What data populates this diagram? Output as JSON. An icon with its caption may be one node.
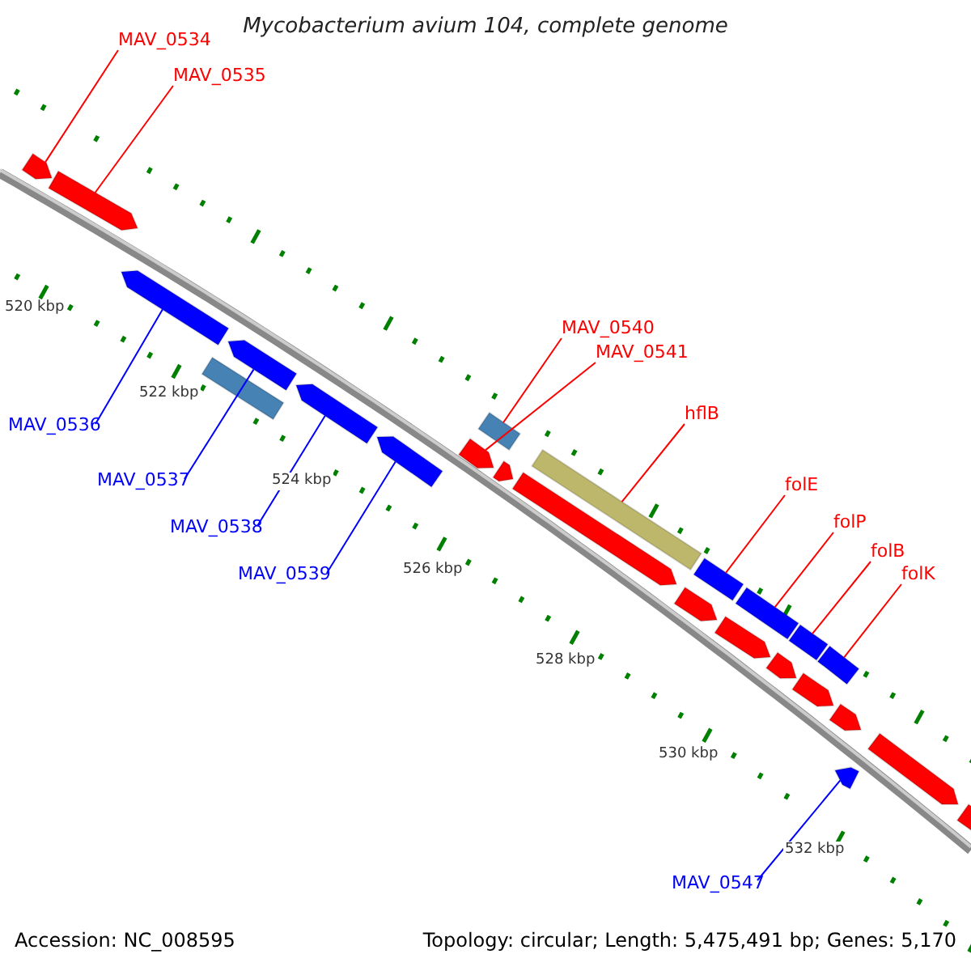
{
  "diagram": {
    "title": "Mycobacterium avium 104, complete genome",
    "nodes": [
      {
        "text": [
          "MAV_0534"
        ]
      },
      {
        "text": [
          "MAV_0535"
        ]
      },
      {
        "text": [
          "MAV_0536"
        ]
      },
      {
        "text": [
          "MAV_0537"
        ]
      },
      {
        "text": [
          "MAV_0538"
        ]
      },
      {
        "text": [
          "MAV_0539"
        ]
      },
      {
        "text": [
          "MAV_0540"
        ]
      },
      {
        "text": [
          "MAV_0541"
        ]
      },
      {
        "text": [
          "hflB"
        ]
      },
      {
        "text": [
          "folE"
        ]
      },
      {
        "text": [
          "folP"
        ]
      },
      {
        "text": [
          "folB"
        ]
      },
      {
        "text": [
          "folK"
        ]
      },
      {
        "text": [
          "MAV_0547"
        ]
      },
      {
        "text": [],
        "shape": "bar"
      },
      {
        "text": [],
        "shape": "bar"
      },
      {
        "text": [],
        "shape": "bar"
      },
      {
        "text": [],
        "shape": "bar"
      },
      {
        "text": [],
        "shape": "bar"
      },
      {
        "text": [],
        "shape": "bar"
      },
      {
        "text": [],
        "shape": "bar"
      },
      {
        "text": [],
        "shape": "bar"
      },
      {
        "text": [],
        "shape": "bar"
      },
      {
        "text": [],
        "shape": "bar"
      },
      {
        "text": [],
        "shape": "bar"
      },
      {
        "text": [],
        "shape": "bar"
      },
      {
        "text": [],
        "shape": "bar"
      },
      {
        "text": [],
        "shape": "bar"
      },
      {
        "text": [],
        "shape": "bar"
      },
      {
        "text": [],
        "shape": "bar"
      },
      {
        "text": [],
        "shape": "bar"
      },
      {
        "text": [],
        "shape": "bar"
      },
      {
        "text": [],
        "shape": "bar"
      },
      {
        "text": [],
        "shape": "bar"
      },
      {
        "text": [],
        "shape": "bar"
      },
      {
        "text": [],
        "shape": "bar"
      },
      {
        "text": [],
        "shape": "bar"
      },
      {
        "text": [],
        "shape": "bar"
      }
    ],
    "edges": [
      {
        "from": 0,
        "to": 14,
        "arrow": "none",
        "color": "#ff0000"
      },
      {
        "from": 1,
        "to": 15,
        "arrow": "none",
        "color": "#ff0000"
      },
      {
        "from": 2,
        "to": 16,
        "arrow": "none",
        "color": "#0000ff"
      },
      {
        "from": 3,
        "to": 17,
        "arrow": "none",
        "color": "#0000ff"
      },
      {
        "from": 4,
        "to": 18,
        "arrow": "none",
        "color": "#0000ff"
      },
      {
        "from": 5,
        "to": 19,
        "arrow": "none",
        "color": "#0000ff"
      },
      {
        "from": 6,
        "to": 20,
        "arrow": "none",
        "color": "#ff0000"
      },
      {
        "from": 7,
        "to": 21,
        "arrow": "none",
        "color": "#ff0000"
      },
      {
        "from": 8,
        "to": 22,
        "arrow": "none",
        "color": "#ff0000"
      },
      {
        "from": 9,
        "to": 23,
        "arrow": "none",
        "color": "#ff0000"
      },
      {
        "from": 10,
        "to": 24,
        "arrow": "none",
        "color": "#ff0000"
      },
      {
        "from": 11,
        "to": 25,
        "arrow": "none",
        "color": "#ff0000"
      },
      {
        "from": 12,
        "to": 26,
        "arrow": "none",
        "color": "#ff0000"
      },
      {
        "from": 13,
        "to": 27,
        "arrow": "none",
        "color": "#0000ff"
      }
    ],
    "labels": [
      "520 kbp",
      "522 kbp",
      "524 kbp",
      "526 kbp",
      "528 kbp",
      "530 kbp",
      "532 kbp",
      "Accession: NC_008595",
      "Topology: circular; Length: 5,475,491 bp; Genes: 5,170"
    ]
  }
}
